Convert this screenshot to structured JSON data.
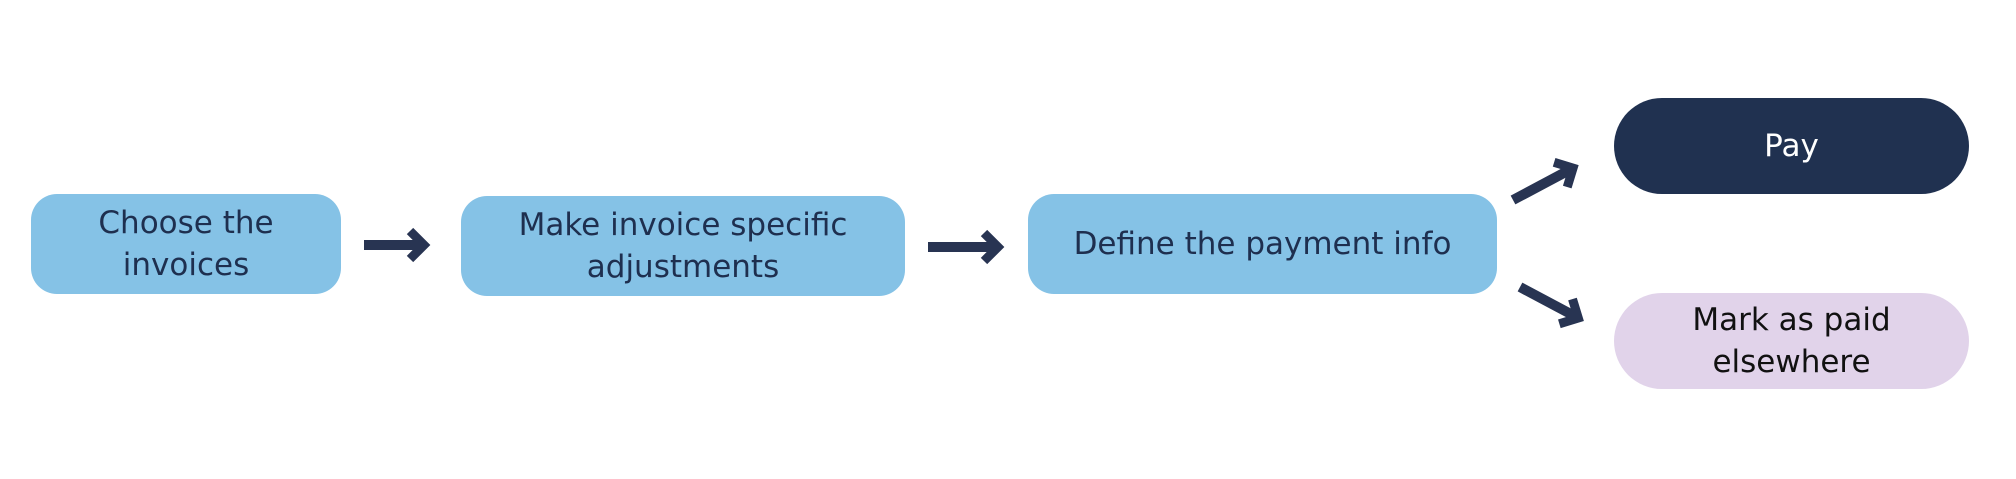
{
  "colors": {
    "step_fill": "#85c2e6",
    "step_text": "#1e2f4f",
    "pay_fill": "#203150",
    "pay_text": "#ffffff",
    "elsewhere_fill": "#e1d3ea",
    "elsewhere_text": "#111111",
    "arrow": "#283452"
  },
  "nodes": {
    "choose": "Choose the invoices",
    "adjust": "Make invoice specific adjustments",
    "define": "Define the payment info",
    "pay": "Pay",
    "elsewhere": "Mark as paid elsewhere"
  },
  "icons": [
    "arrow-right-icon",
    "arrow-up-right-icon",
    "arrow-down-right-icon"
  ]
}
